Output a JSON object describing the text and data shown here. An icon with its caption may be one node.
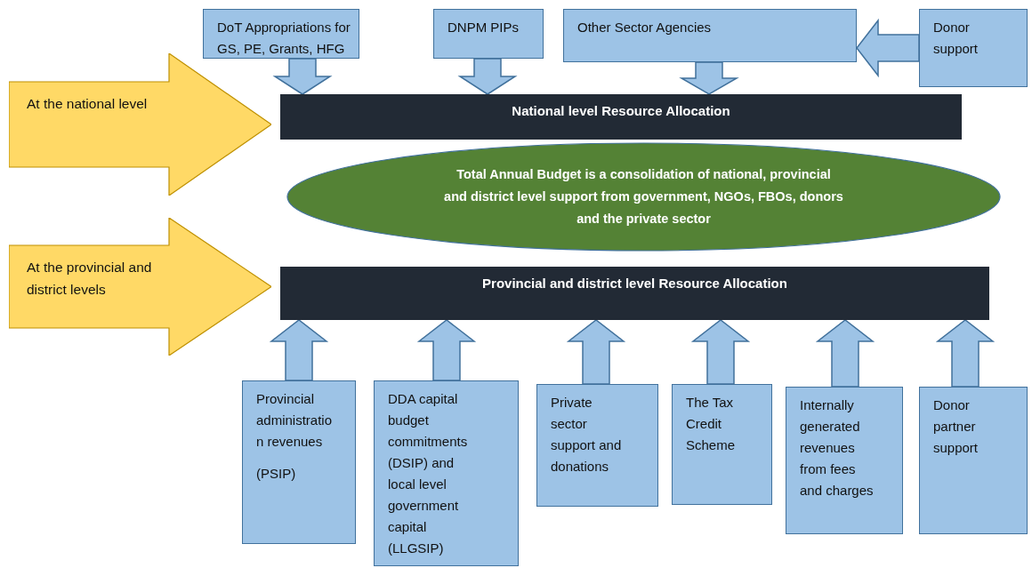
{
  "diagram": {
    "nodes": [
      {
        "text": [
          "DoT Appropriations for GS, PE, Grants, HFG"
        ]
      },
      {
        "text": [
          "DNPM PIPs"
        ]
      },
      {
        "text": [
          "Other Sector Agencies"
        ]
      },
      {
        "text": [
          "Donor support"
        ]
      },
      {
        "text": [
          "At the national level"
        ]
      },
      {
        "text": [
          "National level Resource Allocation"
        ]
      },
      {
        "text": [
          "Total Annual Budget is a consolidation of national, provincial and district level support from government, NGOs, FBOs, donors and the private sector"
        ]
      },
      {
        "text": [
          "At the provincial and district levels"
        ]
      },
      {
        "text": [
          "Provincial and district level Resource Allocation"
        ]
      },
      {
        "text": [
          "Provincial administration revenues",
          "(PSIP)"
        ]
      },
      {
        "text": [
          "DDA capital budget commitments (DSIP) and local level government capital (LLGSIP)"
        ]
      },
      {
        "text": [
          "Private sector support and donations"
        ]
      },
      {
        "text": [
          "The Tax Credit Scheme"
        ]
      },
      {
        "text": [
          "Internally generated revenues from fees and charges"
        ]
      },
      {
        "text": [
          "Donor partner support"
        ]
      }
    ],
    "edges": [
      {
        "from": 0,
        "to": 5,
        "arrow": "to"
      },
      {
        "from": 1,
        "to": 5,
        "arrow": "to"
      },
      {
        "from": 2,
        "to": 5,
        "arrow": "to"
      },
      {
        "from": 3,
        "to": 2,
        "arrow": "to"
      },
      {
        "from": 9,
        "to": 8,
        "arrow": "to"
      },
      {
        "from": 10,
        "to": 8,
        "arrow": "to"
      },
      {
        "from": 11,
        "to": 8,
        "arrow": "to"
      },
      {
        "from": 12,
        "to": 8,
        "arrow": "to"
      },
      {
        "from": 13,
        "to": 8,
        "arrow": "to"
      },
      {
        "from": 14,
        "to": 8,
        "arrow": "to"
      }
    ]
  }
}
